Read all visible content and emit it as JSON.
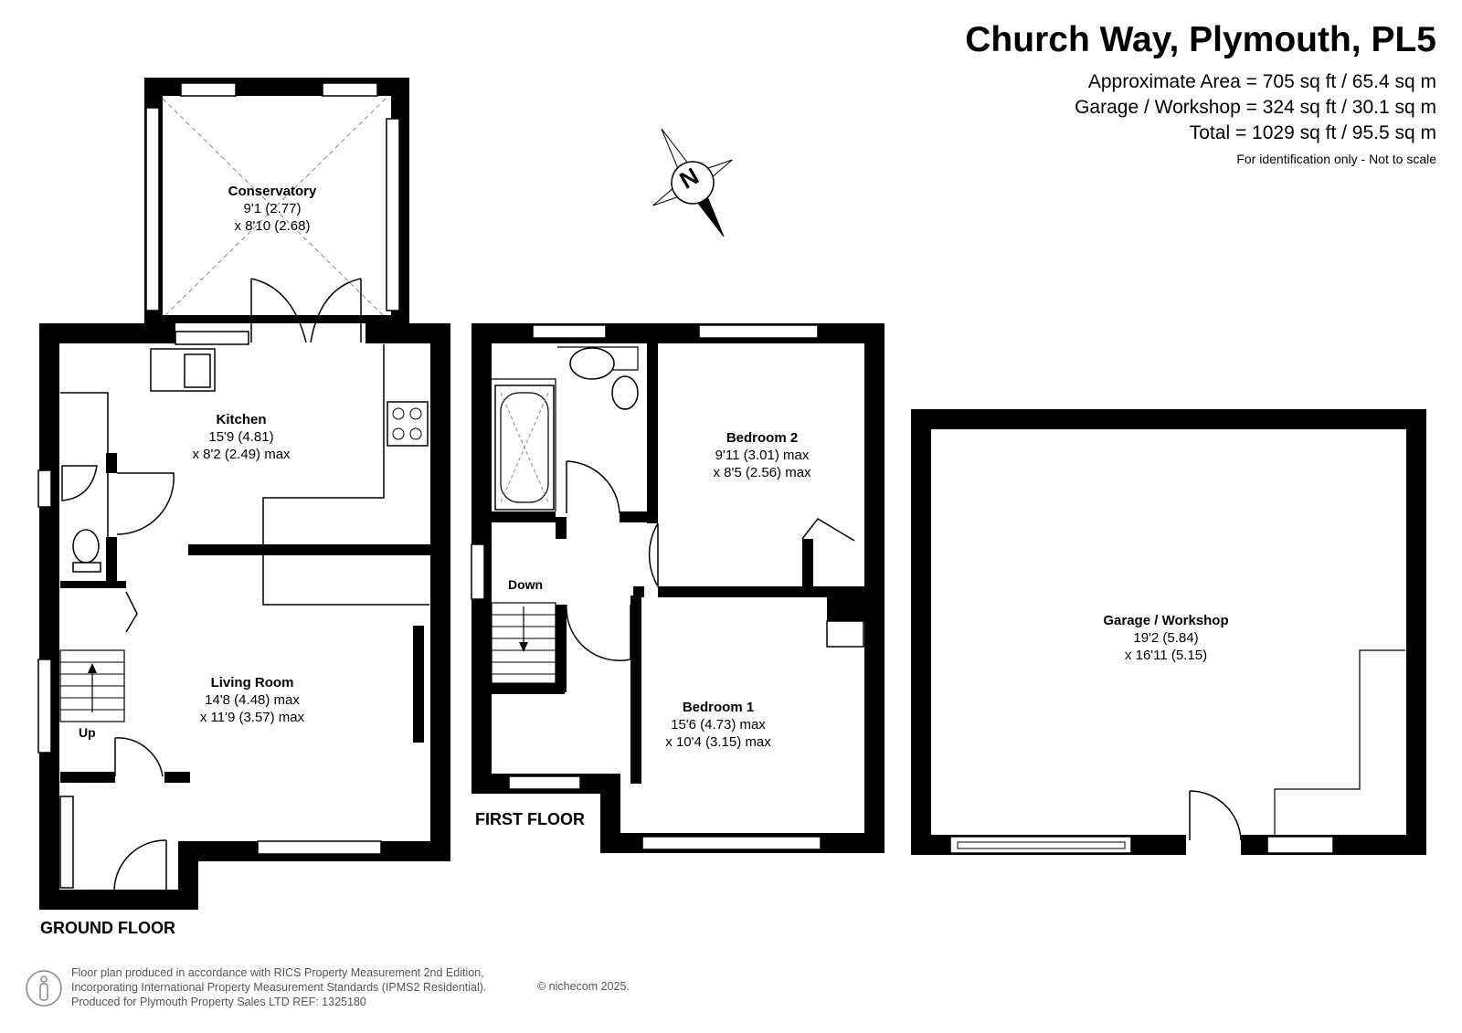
{
  "header": {
    "title": "Church Way, Plymouth, PL5",
    "approx_area": "Approximate Area = 705 sq ft / 65.4 sq m",
    "garage_area": "Garage / Workshop = 324 sq ft / 30.1 sq m",
    "total_area": "Total = 1029 sq ft / 95.5 sq m",
    "note": "For identification only - Not to scale"
  },
  "compass": {
    "label": "N"
  },
  "rooms": {
    "conservatory": {
      "name": "Conservatory",
      "dim1": "9'1 (2.77)",
      "dim2": "x 8'10 (2.68)"
    },
    "kitchen": {
      "name": "Kitchen",
      "dim1": "15'9 (4.81)",
      "dim2": "x 8'2 (2.49) max"
    },
    "living_room": {
      "name": "Living Room",
      "dim1": "14'8 (4.48) max",
      "dim2": "x 11'9 (3.57) max"
    },
    "bedroom_2": {
      "name": "Bedroom 2",
      "dim1": "9'11 (3.01) max",
      "dim2": "x 8'5 (2.56) max"
    },
    "bedroom_1": {
      "name": "Bedroom 1",
      "dim1": "15'6 (4.73) max",
      "dim2": "x 10'4 (3.15) max"
    },
    "garage": {
      "name": "Garage / Workshop",
      "dim1": "19'2 (5.84)",
      "dim2": "x 16'11 (5.15)"
    }
  },
  "labels": {
    "up": "Up",
    "down": "Down",
    "ground_floor": "GROUND FLOOR",
    "first_floor": "FIRST FLOOR"
  },
  "footer": {
    "line1": "Floor plan produced in accordance with RICS Property Measurement 2nd Edition,",
    "line2": "Incorporating International Property Measurement Standards (IPMS2 Residential).",
    "line3": "Produced for Plymouth Property Sales LTD REF: 1325180",
    "copyright": "© nichecom 2025."
  },
  "colors": {
    "wall": "#000000",
    "background": "#ffffff",
    "fixture": "#555555"
  }
}
